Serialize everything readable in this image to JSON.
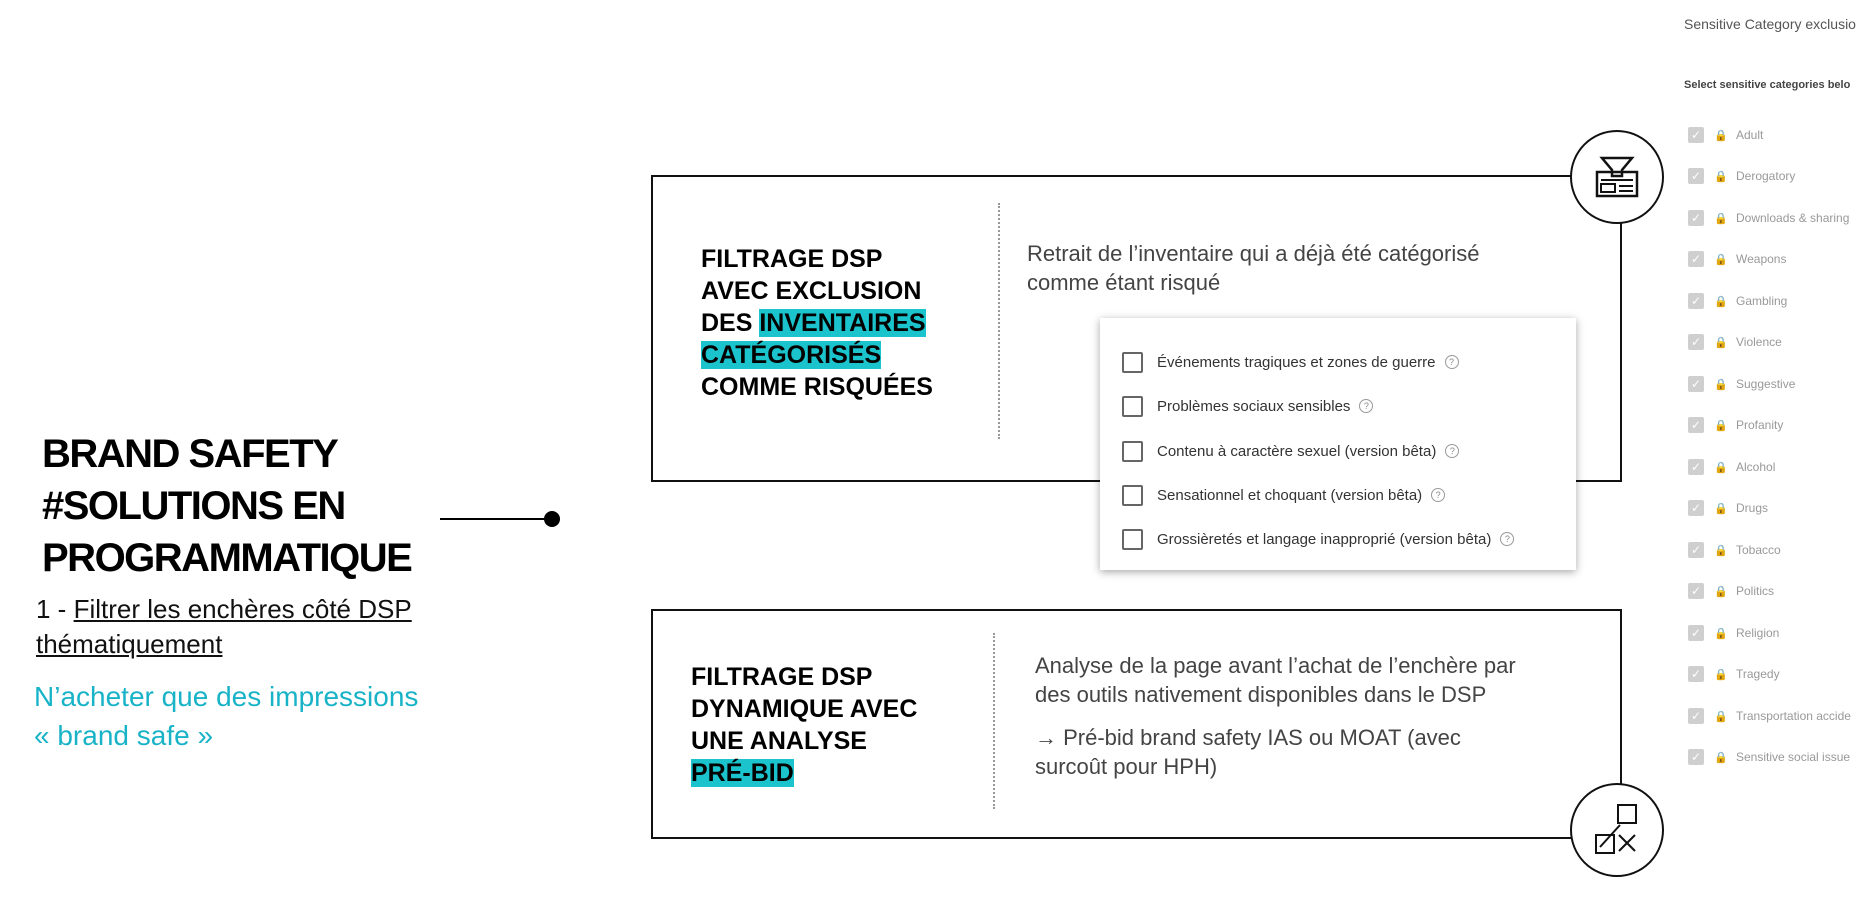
{
  "left": {
    "title_lines": [
      "BRAND SAFETY",
      "#SOLUTIONS EN",
      "PROGRAMMATIQUE"
    ],
    "subtitle_prefix": "1 - ",
    "subtitle_link_line1": "Filtrer les enchères côté DSP",
    "subtitle_link_line2": "thématiquement",
    "tagline_line1": "N’acheter que des impressions",
    "tagline_line2": "« brand safe »"
  },
  "box1": {
    "label_line1": "FILTRAGE DSP",
    "label_line2": "AVEC EXCLUSION",
    "label_line3_plain": "DES ",
    "label_line3_hl": "INVENTAIRES",
    "label_line4_hl": "CATÉGORISÉS",
    "label_line5": "COMME RISQUÉES",
    "desc_line1": "Retrait de l’inventaire qui a déjà été catégorisé",
    "desc_line2": "comme étant risqué",
    "icon": "filter-list-icon"
  },
  "popup": {
    "options": [
      {
        "label": "Événements tragiques et zones de guerre",
        "checked": false
      },
      {
        "label": "Problèmes sociaux sensibles",
        "checked": false
      },
      {
        "label": "Contenu à caractère sexuel (version bêta)",
        "checked": false
      },
      {
        "label": "Sensationnel et choquant (version bêta)",
        "checked": false
      },
      {
        "label": "Grossièretés et langage inapproprié (version bêta)",
        "checked": false
      }
    ],
    "help_glyph": "?"
  },
  "box2": {
    "label_line1": "FILTRAGE DSP",
    "label_line2": "DYNAMIQUE AVEC",
    "label_line3": "UNE ANALYSE",
    "label_line4_hl": "PRÉ-BID",
    "desc_line1": "Analyse de la page avant l’achat de l’enchère par",
    "desc_line2": "des outils nativement disponibles dans le DSP",
    "desc_line3": "→ Pré-bid brand safety IAS ou MOAT (avec",
    "desc_line4": "surcoût pour HPH)",
    "icon": "shapes-icon"
  },
  "right_panel": {
    "title": "Sensitive Category exclusio",
    "subtitle": "Select sensitive categories belo",
    "items": [
      {
        "label": "Adult",
        "checked": true
      },
      {
        "label": "Derogatory",
        "checked": true
      },
      {
        "label": "Downloads & sharing",
        "checked": true
      },
      {
        "label": "Weapons",
        "checked": true
      },
      {
        "label": "Gambling",
        "checked": true
      },
      {
        "label": "Violence",
        "checked": true
      },
      {
        "label": "Suggestive",
        "checked": true
      },
      {
        "label": "Profanity",
        "checked": true
      },
      {
        "label": "Alcohol",
        "checked": true
      },
      {
        "label": "Drugs",
        "checked": true
      },
      {
        "label": "Tobacco",
        "checked": true
      },
      {
        "label": "Politics",
        "checked": true
      },
      {
        "label": "Religion",
        "checked": true
      },
      {
        "label": "Tragedy",
        "checked": true
      },
      {
        "label": "Transportation accide",
        "checked": true
      },
      {
        "label": "Sensitive social issue",
        "checked": true
      }
    ],
    "check_glyph": "✓",
    "lock_glyph": "🔒"
  },
  "colors": {
    "accent": "#19b3c8",
    "highlight": "#1bc4cc"
  }
}
